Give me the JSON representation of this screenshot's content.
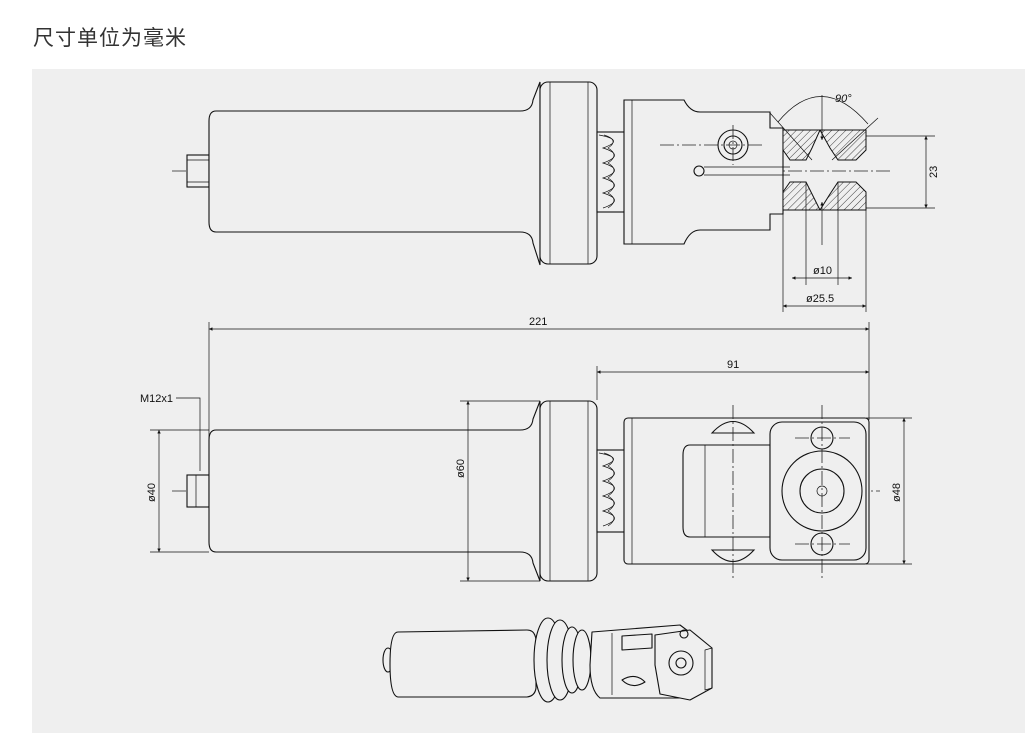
{
  "title": "尺寸单位为毫米",
  "dimensions": {
    "angle": "90°",
    "height_23": "23",
    "dia_10": "ø10",
    "dia_25_5": "ø25.5",
    "length_221": "221",
    "length_91": "91",
    "thread": "M12x1",
    "dia_40": "ø40",
    "dia_60": "ø60",
    "dia_48": "ø48"
  },
  "colors": {
    "background": "#efefef",
    "line": "#111111",
    "title": "#333333"
  }
}
